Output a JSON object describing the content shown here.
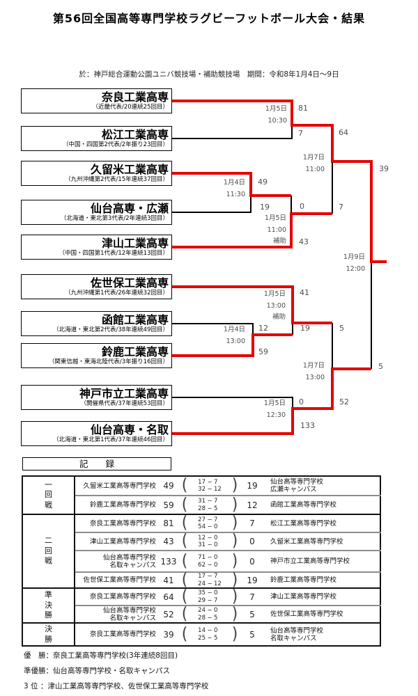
{
  "header": {
    "title": "第56回全国高等専門学校ラグビーフットボール大会・結果",
    "venue": "於：神戸総合運動公園ユニバ競技場・補助競技場　期間：令和8年1月4日～9日"
  },
  "colors": {
    "winner_line": "#e60000",
    "loser_line": "#000000"
  },
  "bracket": {
    "teams": [
      {
        "name": "奈良工業高専",
        "note": "（近畿代表/20連続25回目）"
      },
      {
        "name": "松江工業高専",
        "note": "（中国・四国第2代表/2年振り23回目）"
      },
      {
        "name": "久留米工業高専",
        "note": "（九州沖縄第2代表/15年連続37回目）"
      },
      {
        "name": "仙台高専・広瀬",
        "note": "（北海道・東北第3代表/2年連続3回目）"
      },
      {
        "name": "津山工業高専",
        "note": "（中国・四国第1代表/12年連続13回目）"
      },
      {
        "name": "佐世保工業高専",
        "note": "（九州沖縄第1代表/26年連続32回目）"
      },
      {
        "name": "函館工業高専",
        "note": "（北海道・東北第2代表/38年連続49回目）"
      },
      {
        "name": "鈴鹿工業高専",
        "note": "（関東信越・東海北陸代表/3年振り16回目）"
      },
      {
        "name": "神戸市立工業高専",
        "note": "（開催県代表/37年連続53回目）"
      },
      {
        "name": "仙台高専・名取",
        "note": "（北海道・東北第1代表/37年連続46回目）"
      }
    ],
    "matches": [
      {
        "date": "1月5日",
        "time": "10:30",
        "venue": "",
        "score_top": "81",
        "score_bottom": "7"
      },
      {
        "date": "1月4日",
        "time": "11:30",
        "venue": "",
        "score_top": "49",
        "score_bottom": "19"
      },
      {
        "date": "1月5日",
        "time": "11:00",
        "venue": "補助",
        "score_top": "0",
        "score_bottom": "43"
      },
      {
        "date": "1月7日",
        "time": "11:00",
        "venue": "",
        "score_top": "64",
        "score_bottom": "7"
      },
      {
        "date": "1月5日",
        "time": "13:00",
        "venue": "補助",
        "score_top": "41",
        "score_bottom": "19"
      },
      {
        "date": "1月4日",
        "time": "13:00",
        "venue": "",
        "score_top": "12",
        "score_bottom": "59"
      },
      {
        "date": "1月5日",
        "time": "12:30",
        "venue": "",
        "score_top": "0",
        "score_bottom": "133"
      },
      {
        "date": "1月7日",
        "time": "13:00",
        "venue": "",
        "score_top": "5",
        "score_bottom": "52"
      },
      {
        "date": "1月9日",
        "time": "12:00",
        "venue": "",
        "score_top": "39",
        "score_bottom": "5"
      }
    ]
  },
  "record": {
    "title": "記　　録",
    "dash": "−",
    "groups": [
      {
        "label": "一回戦",
        "rows": [
          {
            "t1a": "久留米工業高等専門学校",
            "t1b": "",
            "s1": "49",
            "h1a": "17",
            "h1b": "7",
            "h2a": "32",
            "h2b": "12",
            "s2": "19",
            "t2a": "仙台高等専門学校",
            "t2b": "広瀬キャンパス"
          },
          {
            "t1a": "鈴鹿工業高等専門学校",
            "t1b": "",
            "s1": "59",
            "h1a": "31",
            "h1b": "7",
            "h2a": "28",
            "h2b": "5",
            "s2": "12",
            "t2a": "函館工業高等専門学校",
            "t2b": ""
          }
        ]
      },
      {
        "label": "二回戦",
        "rows": [
          {
            "t1a": "奈良工業高等専門学校",
            "t1b": "",
            "s1": "81",
            "h1a": "27",
            "h1b": "7",
            "h2a": "54",
            "h2b": "0",
            "s2": "7",
            "t2a": "松江工業高等専門学校",
            "t2b": ""
          },
          {
            "t1a": "津山工業高等専門学校",
            "t1b": "",
            "s1": "43",
            "h1a": "12",
            "h1b": "0",
            "h2a": "31",
            "h2b": "0",
            "s2": "0",
            "t2a": "久留米工業高等専門学校",
            "t2b": ""
          },
          {
            "t1a": "仙台高等専門学校",
            "t1b": "名取キャンパス",
            "s1": "133",
            "h1a": "71",
            "h1b": "0",
            "h2a": "62",
            "h2b": "0",
            "s2": "0",
            "t2a": "神戸市立工業高等専門学校",
            "t2b": ""
          },
          {
            "t1a": "佐世保工業高等専門学校",
            "t1b": "",
            "s1": "41",
            "h1a": "17",
            "h1b": "7",
            "h2a": "24",
            "h2b": "12",
            "s2": "19",
            "t2a": "鈴鹿工業高等専門学校",
            "t2b": ""
          }
        ]
      },
      {
        "label": "準決勝",
        "rows": [
          {
            "t1a": "奈良工業高等専門学校",
            "t1b": "",
            "s1": "64",
            "h1a": "35",
            "h1b": "0",
            "h2a": "29",
            "h2b": "7",
            "s2": "7",
            "t2a": "津山工業高等専門学校",
            "t2b": ""
          },
          {
            "t1a": "仙台高等専門学校",
            "t1b": "名取キャンパス",
            "s1": "52",
            "h1a": "24",
            "h1b": "0",
            "h2a": "28",
            "h2b": "5",
            "s2": "5",
            "t2a": "佐世保工業高等専門学校",
            "t2b": ""
          }
        ]
      },
      {
        "label": "決勝",
        "rows": [
          {
            "t1a": "奈良工業高等専門学校",
            "t1b": "",
            "s1": "39",
            "h1a": "14",
            "h1b": "0",
            "h2a": "25",
            "h2b": "5",
            "s2": "5",
            "t2a": "仙台高等専門学校",
            "t2b": "名取キャンパス"
          }
        ]
      }
    ]
  },
  "footer": {
    "lines": [
      "優　勝：奈良工業高等専門学校(3年連続8回目)",
      "準優勝：仙台高等専門学校・名取キャンパス",
      "3 位 ：津山工業高等専門学校、佐世保工業高等専門学校"
    ]
  }
}
